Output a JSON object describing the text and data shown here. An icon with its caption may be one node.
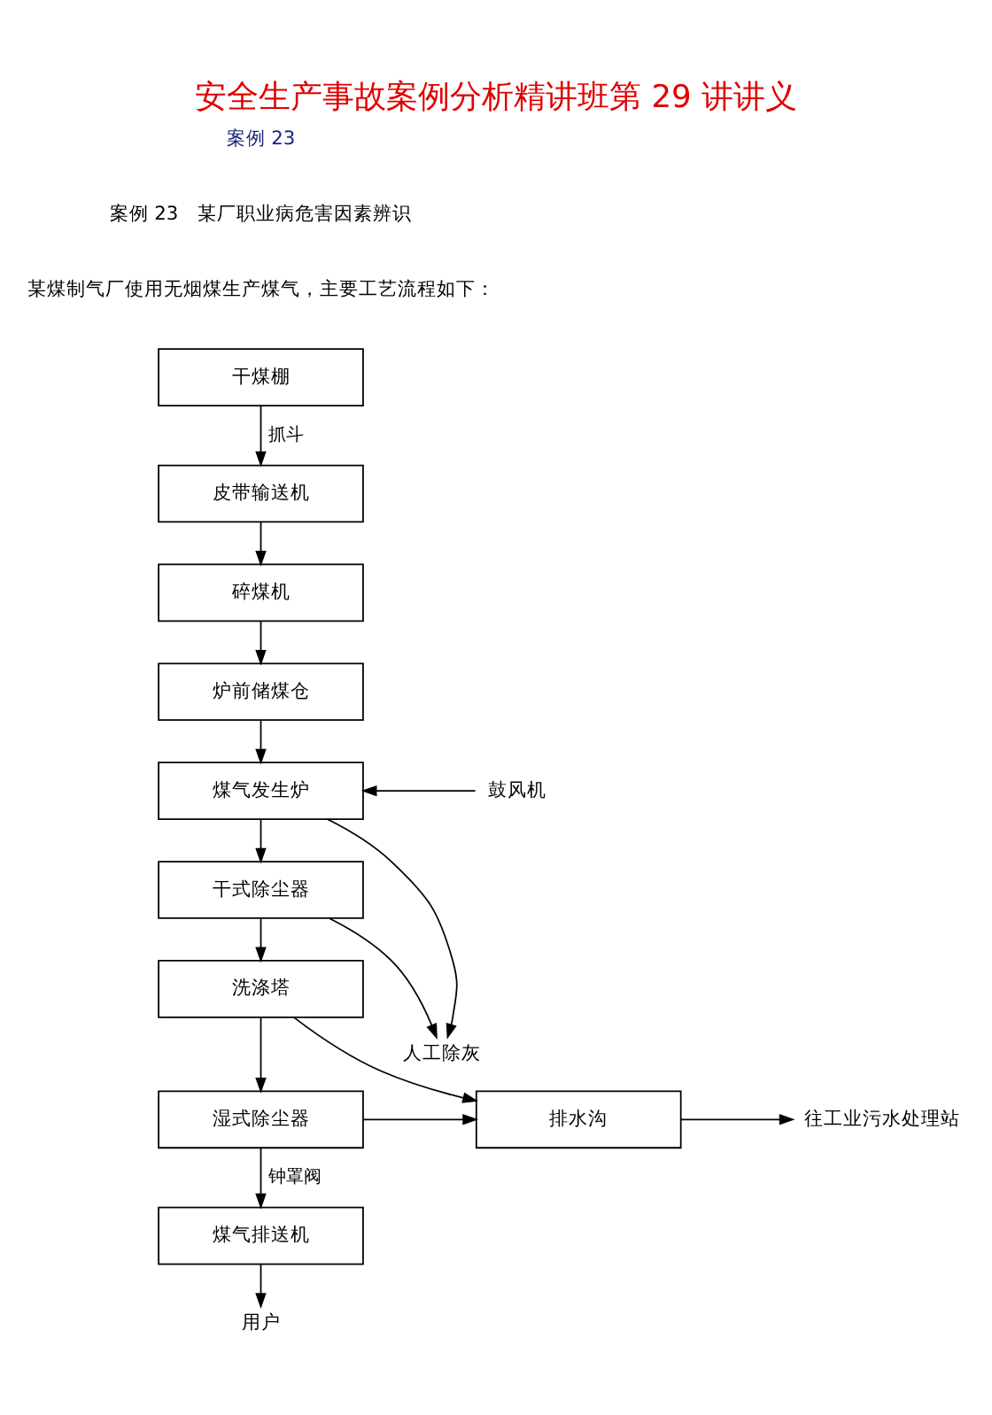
{
  "diagram": {
    "title": "安全生产事故案例分析精讲班第 29 讲讲义",
    "nodes": [
      {
        "text": [
          "干煤棚"
        ]
      },
      {
        "text": [
          "皮带输送机"
        ]
      },
      {
        "text": [
          "碎煤机"
        ]
      },
      {
        "text": [
          "炉前储煤仓"
        ]
      },
      {
        "text": [
          "鼓风机"
        ]
      },
      {
        "text": [
          "煤气发生炉"
        ]
      },
      {
        "text": [
          "干式除尘器"
        ]
      },
      {
        "text": [
          "人工除灰"
        ]
      },
      {
        "text": [
          "洗涤塔"
        ]
      },
      {
        "text": [
          "湿式除尘器"
        ]
      },
      {
        "text": [
          "排水沟"
        ]
      },
      {
        "text": [
          "往工业污水处理站"
        ]
      },
      {
        "text": [
          "煤气排送机"
        ]
      },
      {
        "text": [
          "用户"
        ]
      }
    ],
    "edges": [
      {
        "from": 0,
        "to": 1,
        "arrow": "to",
        "label": "抓斗"
      },
      {
        "from": 1,
        "to": 2,
        "arrow": "to"
      },
      {
        "from": 2,
        "to": 3,
        "arrow": "to"
      },
      {
        "from": 3,
        "to": 5,
        "arrow": "to"
      },
      {
        "from": 4,
        "to": 5,
        "arrow": "to"
      },
      {
        "from": 5,
        "to": 6,
        "arrow": "to"
      },
      {
        "from": 5,
        "to": 7,
        "arrow": "to"
      },
      {
        "from": 6,
        "to": 7,
        "arrow": "to"
      },
      {
        "from": 6,
        "to": 8,
        "arrow": "to"
      },
      {
        "from": 8,
        "to": 9,
        "arrow": "to"
      },
      {
        "from": 8,
        "to": 10,
        "arrow": "to"
      },
      {
        "from": 9,
        "to": 10,
        "arrow": "to"
      },
      {
        "from": 10,
        "to": 11,
        "arrow": "to"
      },
      {
        "from": 9,
        "to": 12,
        "arrow": "to",
        "label": "钟罩阀"
      },
      {
        "from": 12,
        "to": 13,
        "arrow": "to"
      }
    ],
    "labels": [
      "案例 23",
      "案例 23　某厂职业病危害因素辨识",
      "某煤制气厂使用无烟煤生产煤气，主要工艺流程如下："
    ]
  }
}
